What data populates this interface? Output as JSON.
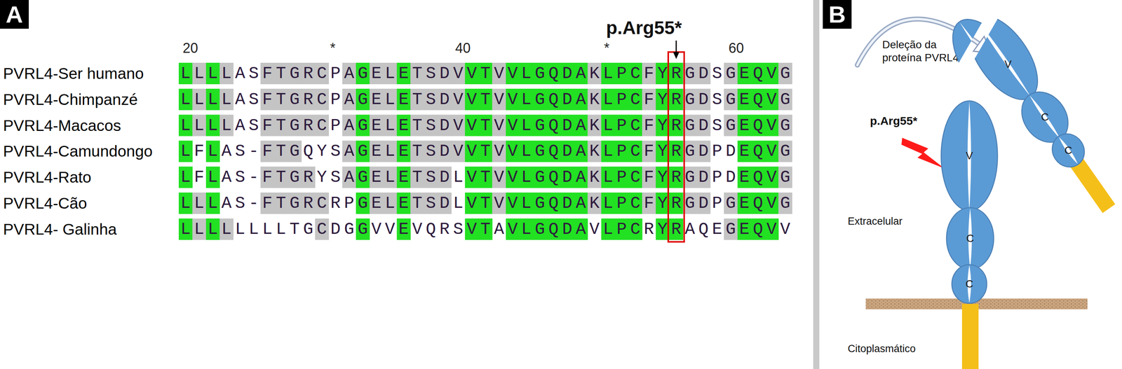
{
  "diagram": {
    "nodes": [
      {
        "text": [
          "A"
        ]
      },
      {
        "text": [
          "B"
        ]
      },
      {
        "text": [
          "V"
        ]
      },
      {
        "text": [
          "C"
        ]
      },
      {
        "text": [
          "C"
        ]
      },
      {
        "text": [
          "V"
        ]
      },
      {
        "text": [
          "C"
        ]
      },
      {
        "text": [
          "C"
        ]
      }
    ],
    "labels": [
      "p.Arg55*",
      "20",
      "*",
      "40",
      "*",
      "60",
      "PVRL4-Ser humano",
      "LLLLASFTGRCPAGELETSDVVTVVLGQDAKLPCFYRGDSGEQVG",
      "PVRL4-Chimpanzé",
      "LLLLASFTGRCPAGELETSDVVTVVLGQDAKLPCFYRGDSGEQVG",
      "PVRL4-Macacos",
      "LLLLASFTGRCPAGELETSDVVTVVLGQDAKLPCFYRGDSGEQVG",
      "PVRL4-Camundongo",
      "LFLAS-FTGQYSAGELETSDVVTVVLGQDAKLPCFYRGDPDEQVG",
      "PVRL4-Rato",
      "LFLAS-FTGRYSAGELETSDLVTVVLGQDAKLPCFYRGDPDEQVG",
      "PVRL4-Cão",
      "LLLAS-FTGRCRPGELETSDLVTVVLGQDAKLPCFYRGDPGEQVG",
      "PVRL4- Galinha",
      "LLLLLLLLTGCDGGVVEVQRSVTAVLGQDAVLPCRYRAQEGEQVV",
      "Deleção da proteína PVRL4",
      "p.Arg55*",
      "Extracelular",
      "Citoplasmático"
    ]
  }
}
